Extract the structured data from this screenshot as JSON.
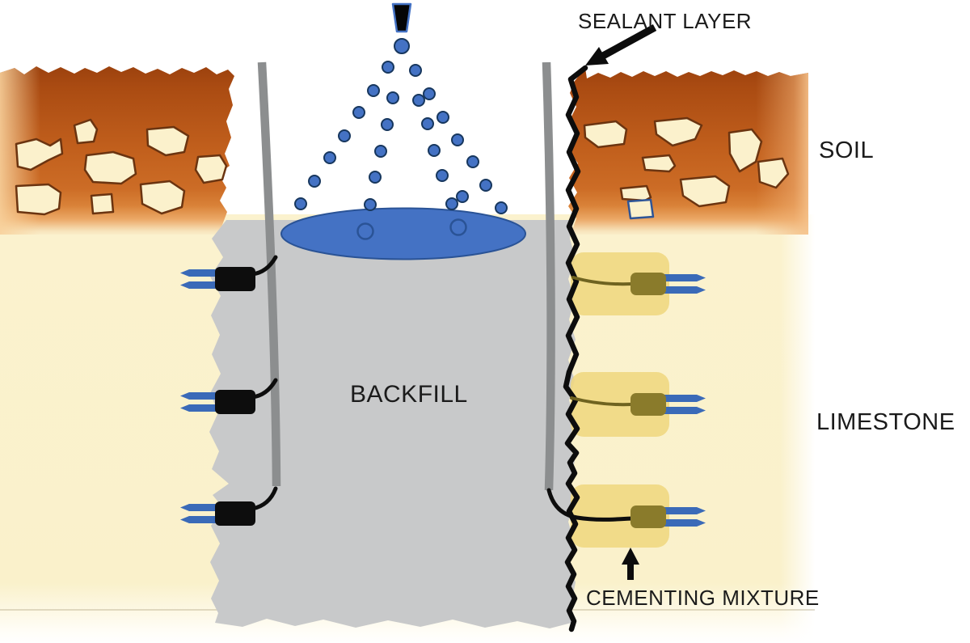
{
  "figure": {
    "title": "Trench backfill and sealant layer cross-section diagram",
    "labels": {
      "sealant": "SEALANT LAYER",
      "soil": "SOIL",
      "limestone": "LIMESTONE",
      "backfill": "BACKFILL",
      "cementing": "CEMENTING MIXTURE"
    },
    "colors": {
      "soil_dark": "#9C420E",
      "soil_mid": "#C2601D",
      "soil_light": "#EBA866",
      "limestone_cream": "#FBF2CE",
      "backfill_gray": "#C8C9CA",
      "tube_gray": "#8C8E8F",
      "sealant_black": "#0D0D0D",
      "water_blue": "#4472C4",
      "water_outline": "#2A5396",
      "rock_fill": "#FBF1CC",
      "rock_outline": "#6B3410",
      "highlight_yellow": "#EFD77F",
      "sensor_black": "#0D0D0D",
      "sensor_olive": "#8A7B2B",
      "prong_blue": "#3A6AB8"
    }
  }
}
